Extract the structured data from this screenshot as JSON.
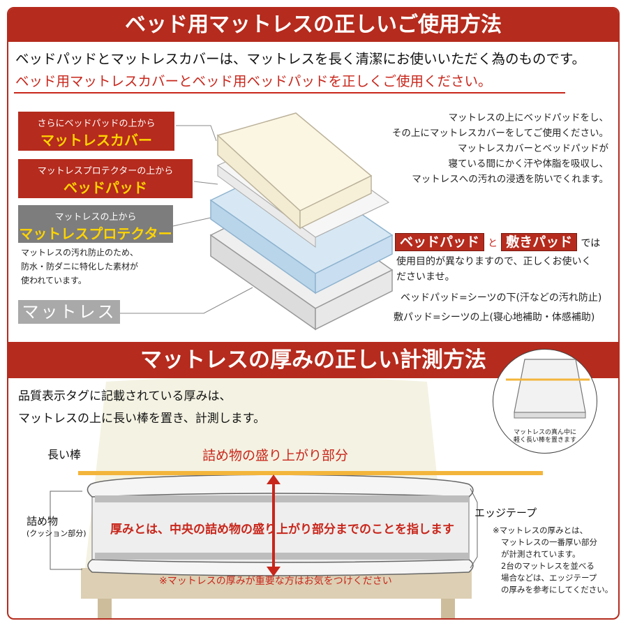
{
  "header": {
    "title": "ベッド用マットレスの正しいご使用方法",
    "intro_line1": "ベッドパッドとマットレスカバーは、マットレスを長く清潔にお使いいただく為のものです。",
    "intro_line2": "ベッド用マットレスカバーとベッド用ベッドパッドを正しくご使用ください。"
  },
  "layers": {
    "cover": {
      "small": "さらにベッドパッドの上から",
      "big": "マットレスカバー"
    },
    "pad": {
      "small": "マットレスプロテクターの上から",
      "big": "ベッドパッド"
    },
    "protector": {
      "small": "マットレスの上から",
      "big": "マットレスプロテクター"
    },
    "protector_note": [
      "マットレスの汚れ防止のため、",
      "防水・防ダニに特化した素材が",
      "使われています。"
    ],
    "mattress": "マットレス"
  },
  "right_text": [
    "マットレスの上にベッドパッドをし、",
    "その上にマットレスカバーをしてご使用ください。",
    "マットレスカバーとベッドパッドが",
    "寝ている間にかく汗や体脂を吸収し、",
    "マットレスへの汚れの浸透を防いでくれます。"
  ],
  "compare": {
    "tag1": "ベッドパッド",
    "connector": "と",
    "tag2": "敷きパッド",
    "suffix": "では",
    "line2": "使用目的が異なりますので、正しくお使いく",
    "line3": "ださいませ。",
    "def1": "ベッドパッド=シーツの下(汗などの汚れ防止)",
    "def2": "敷パッド=シーツの上(寝心地補助・体感補助)"
  },
  "measure": {
    "title": "マットレスの厚みの正しい計測方法",
    "line1": "品質表示タグに記載されている厚みは、",
    "line2": "マットレスの上に長い棒を置き、計測します。",
    "inset_caption1": "マットレスの真ん中に",
    "inset_caption2": "軽く長い棒を置きます",
    "bar_label": "長い棒",
    "bulge_label": "詰め物の盛り上がり部分",
    "filling_label": "詰め物",
    "filling_sub": "(クッション部分)",
    "thickness_def": "厚みとは、中央の詰め物の盛り上がり部分までのことを指します",
    "edge_tape": "エッジテープ",
    "warning": "※マットレスの厚みが重要な方はお気をつけください",
    "side_note": [
      "※マットレスの厚みとは、",
      "マットレスの一番厚い部分",
      "が計測されています。",
      "2台のマットレスを並べる",
      "場合などは、エッジテープ",
      "の厚みを参考にしてください。"
    ]
  },
  "colors": {
    "brand_red": "#b52b1d",
    "accent_yellow": "#ffd400",
    "bar_orange": "#f3b53b"
  }
}
